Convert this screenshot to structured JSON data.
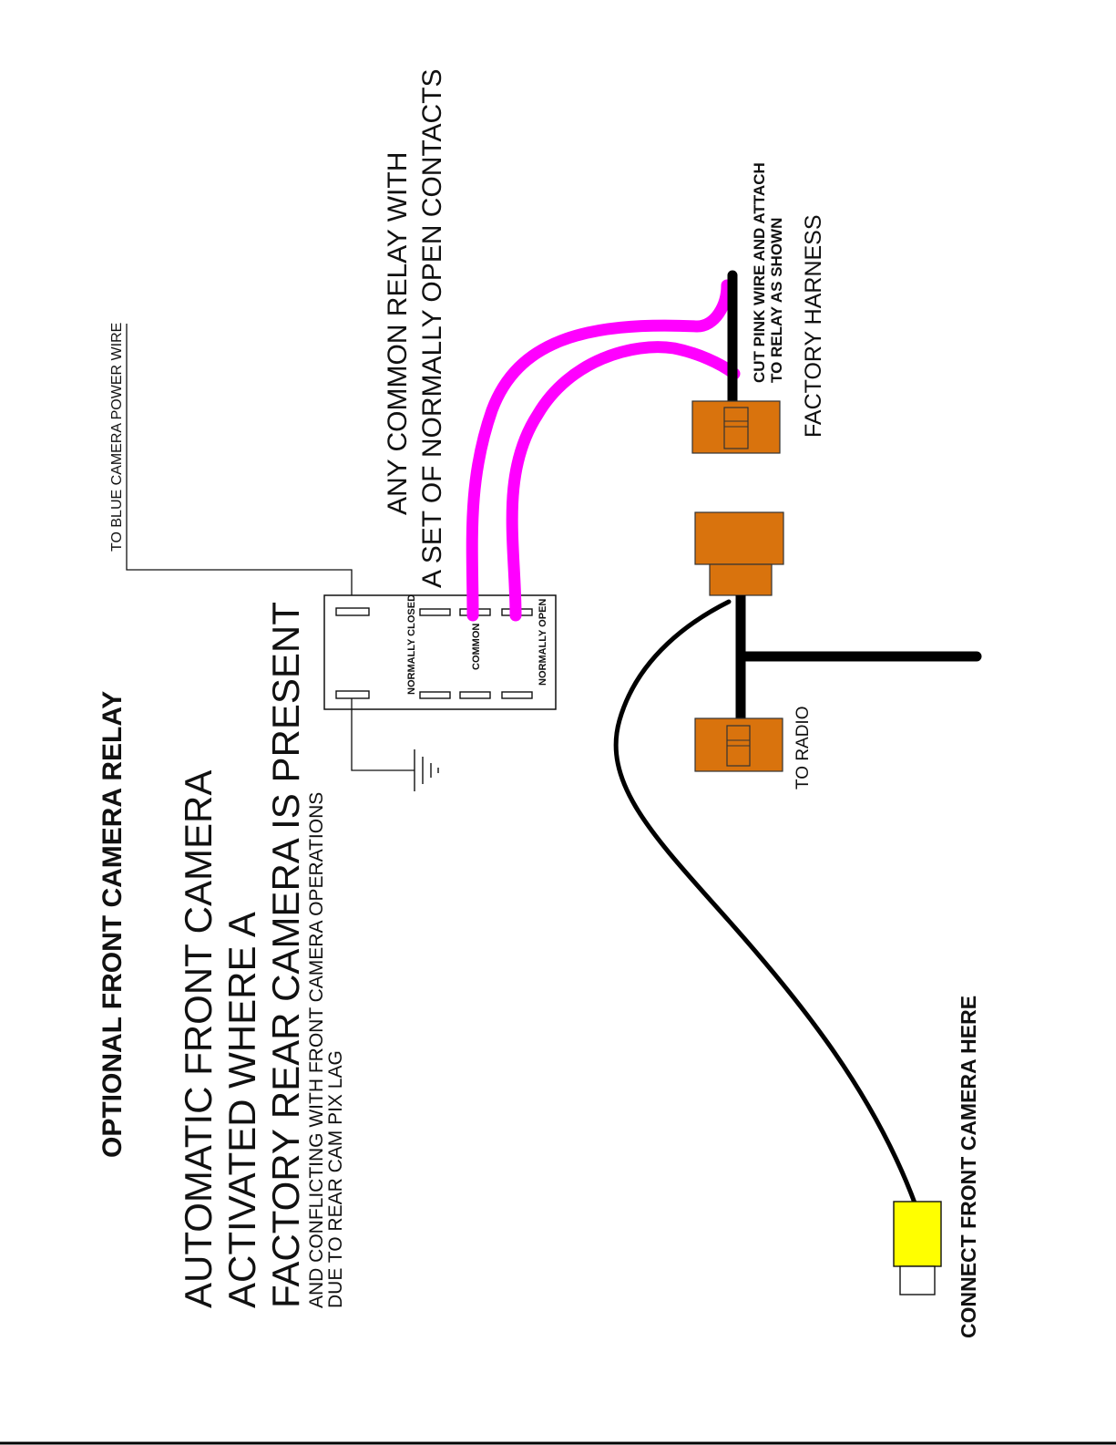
{
  "title": "OPTIONAL FRONT CAMERA RELAY",
  "heading": {
    "line1": "AUTOMATIC FRONT CAMERA",
    "line2": "ACTIVATED WHERE A",
    "line3": "FACTORY REAR CAMERA IS PRESENT"
  },
  "note": {
    "line1": "AND CONFLICTING WITH FRONT CAMERA OPERATIONS",
    "line2": "DUE TO REAR CAM PIX LAG"
  },
  "relay_note": {
    "line1": "ANY COMMON RELAY WITH",
    "line2": "A SET OF NORMALLY OPEN CONTACTS"
  },
  "labels": {
    "blue_wire": "TO BLUE CAMERA POWER WIRE",
    "normally_closed": "NORMALLY CLOSED",
    "common": "COMMON",
    "normally_open": "NORMALLY OPEN",
    "cut_pink_1": "CUT PINK WIRE AND ATTACH",
    "cut_pink_2": "TO RELAY AS SHOWN",
    "factory_harness": "FACTORY HARNESS",
    "to_radio": "TO RADIO",
    "connect_front": "CONNECT FRONT CAMERA HERE"
  },
  "colors": {
    "pink_wire": "#ff00ff",
    "connector": "#d9730d",
    "rca_plug": "#ffff00",
    "wire": "#000000"
  }
}
